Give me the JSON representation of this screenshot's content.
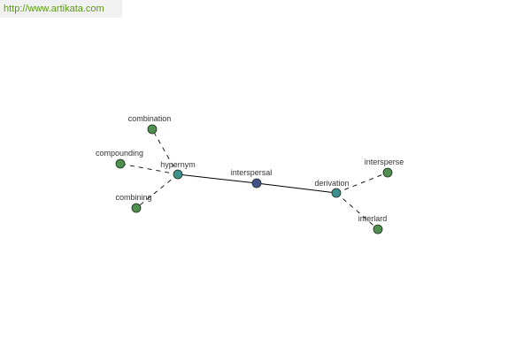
{
  "source": {
    "url_text": "http://www.artikata.com",
    "color": "#5a9a12"
  },
  "graph": {
    "colors": {
      "leaf_fill": "#4f8f4f",
      "hub_fill": "#3f8f8f",
      "center_fill": "#44528a",
      "node_stroke": "#1e2e1e",
      "edge_stroke": "#000000"
    },
    "nodes": [
      {
        "id": "interspersal",
        "label": "interspersal",
        "kind": "center"
      },
      {
        "id": "hypernym",
        "label": "hypernym",
        "kind": "hub"
      },
      {
        "id": "derivation",
        "label": "derivation",
        "kind": "hub"
      },
      {
        "id": "combination",
        "label": "combination",
        "kind": "leaf"
      },
      {
        "id": "compounding",
        "label": "compounding",
        "kind": "leaf"
      },
      {
        "id": "combining",
        "label": "combining",
        "kind": "leaf"
      },
      {
        "id": "intersperse",
        "label": "intersperse",
        "kind": "leaf"
      },
      {
        "id": "interlard",
        "label": "interlard",
        "kind": "leaf"
      }
    ],
    "edges": [
      {
        "from": "hypernym",
        "to": "interspersal",
        "style": "solid"
      },
      {
        "from": "interspersal",
        "to": "derivation",
        "style": "solid"
      },
      {
        "from": "hypernym",
        "to": "combination",
        "style": "dashed"
      },
      {
        "from": "hypernym",
        "to": "compounding",
        "style": "dashed"
      },
      {
        "from": "hypernym",
        "to": "combining",
        "style": "dashed"
      },
      {
        "from": "derivation",
        "to": "intersperse",
        "style": "dashed"
      },
      {
        "from": "derivation",
        "to": "interlard",
        "style": "dashed"
      }
    ]
  }
}
